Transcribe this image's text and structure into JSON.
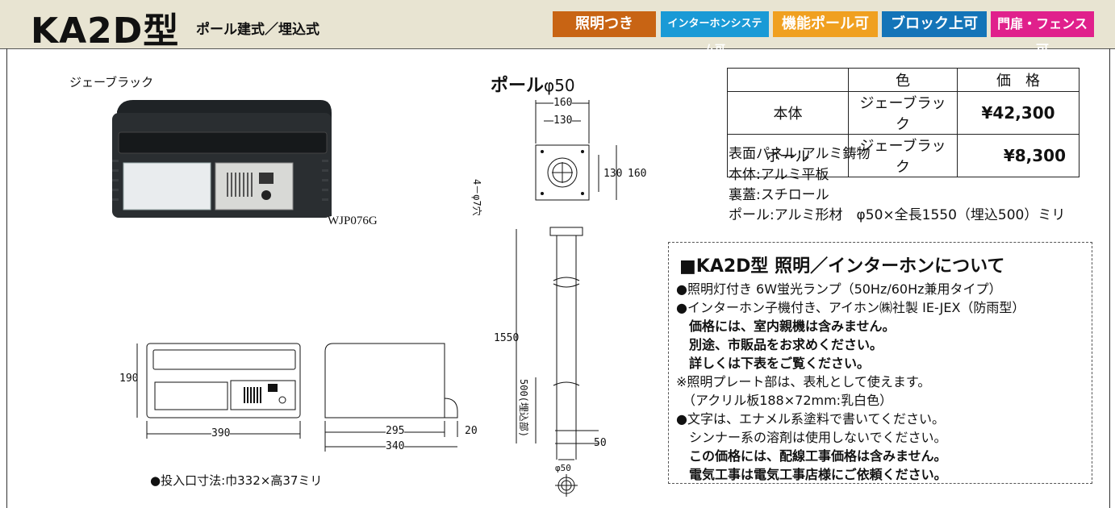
{
  "header": {
    "model": "KA2D型",
    "subtitle": "ポール建式／埋込式",
    "badges": [
      {
        "label": "照明つき",
        "color": "#c86414"
      },
      {
        "label": "インターホンシステム可",
        "color": "#1a9ad6"
      },
      {
        "label": "機能ポール可",
        "color": "#f0a020"
      },
      {
        "label": "ブロック上可",
        "color": "#1474b8"
      },
      {
        "label": "門扉・フェンス可",
        "color": "#e0208c"
      }
    ]
  },
  "product": {
    "color_name": "ジェーブラック",
    "code": "WJP076G",
    "slot_size": "●投入口寸法:巾332×高37ミリ"
  },
  "dims": {
    "height": "190",
    "width": "390",
    "depth_main": "295",
    "depth_total": "340",
    "depth_extra": "20"
  },
  "pole": {
    "title": "ポール",
    "diameter": "φ50",
    "top_outer": "160",
    "top_inner": "130",
    "side_inner": "130",
    "side_outer": "160",
    "holes": "4－φ7穴",
    "length": "1550",
    "embed": "500(埋込部)",
    "bottom_offset": "50",
    "base_dia": "φ50"
  },
  "price_table": {
    "headers": [
      "",
      "色",
      "価　格"
    ],
    "rows": [
      [
        "本体",
        "ジェーブラック",
        "¥42,300"
      ],
      [
        "ポール",
        "ジェーブラック",
        "¥8,300"
      ]
    ]
  },
  "specs": [
    "表面パネル:アルミ鋳物",
    "本体:アルミ平板",
    "裏蓋:スチロール",
    "ポール:アルミ形材　φ50×全長1550（埋込500）ミリ"
  ],
  "info": {
    "title": "■KA2D型 照明／インターホンについて",
    "lines": [
      {
        "text": "●照明灯付き 6W蛍光ランプ（50Hz/60Hz兼用タイプ）",
        "bold": false
      },
      {
        "text": "●インターホン子機付き、アイホン㈱社製 IE-JEX（防雨型）",
        "bold": false
      },
      {
        "text": "　価格には、室内親機は含みません。",
        "bold": true
      },
      {
        "text": "　別途、市販品をお求めください。",
        "bold": true
      },
      {
        "text": "　詳しくは下表をご覧ください。",
        "bold": true
      },
      {
        "text": "※照明プレート部は、表札として使えます。",
        "bold": false
      },
      {
        "text": "　（アクリル板188×72mm:乳白色）",
        "bold": false
      },
      {
        "text": "●文字は、エナメル系塗料で書いてください。",
        "bold": false
      },
      {
        "text": "　シンナー系の溶剤は使用しないでください。",
        "bold": false
      },
      {
        "text": "　この価格には、配線工事価格は含みません。",
        "bold": true
      },
      {
        "text": "　電気工事は電気工事店様にご依頼ください。",
        "bold": true
      }
    ]
  }
}
